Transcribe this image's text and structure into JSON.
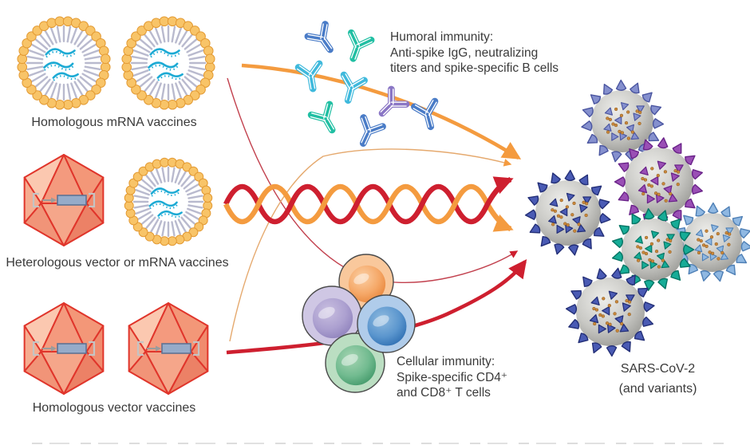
{
  "vaccines": {
    "homologous_mrna": {
      "label": "Homologous mRNA vaccines",
      "icon": "lipid-nanoparticle-icon"
    },
    "heterologous": {
      "label": "Heterologous vector or mRNA vaccines",
      "icon": "viral-vector-and-lipid-nanoparticle-icon"
    },
    "homologous_vector": {
      "label": "Homologous vector vaccines",
      "icon": "viral-vector-icon"
    }
  },
  "humoral": {
    "line1": "Humoral immunity:",
    "line2": "Anti-spike IgG, neutralizing",
    "line3": "titers and spike-specific B cells"
  },
  "cellular": {
    "line1": "Cellular immunity:",
    "line2": "Spike-specific CD4⁺",
    "line3": "and CD8⁺ T cells"
  },
  "target": {
    "line1": "SARS-CoV-2",
    "line2": "(and variants)"
  },
  "colors": {
    "arrow_orange": "#F49B3F",
    "arrow_orange_thin": "#E5A96E",
    "arrow_red": "#CE1F2F",
    "arrow_red_thin": "#C2414E",
    "helix_orange": "#F49B3F",
    "helix_red": "#CE1F2F",
    "lnp_bead_fill": "#F8C468",
    "lnp_bead_stroke": "#E39A33",
    "lnp_fringe": "#B9BACE",
    "mrna": "#1CAAD4",
    "vector_edge": "#E0352B",
    "cassette_rect": "#96ABC9",
    "cassette_rect_edge": "#5E7394",
    "cassette_bracket": "#C4C4C4",
    "antibody_blue": "#4A7CC7",
    "antibody_teal": "#21BFA3",
    "antibody_cyan": "#3FB9DC",
    "antibody_purple": "#8A76C5",
    "cell_orange": {
      "outer": "#F9C89C",
      "light": "#FBCFA4",
      "mid": "#F5A868",
      "dark": "#E8863C"
    },
    "cell_lavender": {
      "outer": "#CFC7E4",
      "light": "#C9BFE0",
      "mid": "#ACA0D0",
      "dark": "#8F82BC"
    },
    "cell_blue": {
      "outer": "#B0CCEA",
      "light": "#8FBADF",
      "mid": "#5B96CE",
      "dark": "#2F6FB2"
    },
    "cell_green": {
      "outer": "#BBDEC2",
      "light": "#A5D4B2",
      "mid": "#72BB90",
      "dark": "#43996A"
    },
    "virus_body_light": "#EDEDEA",
    "virus_body_mid": "#C9C9C5",
    "virus_body_dark": "#93938F",
    "virus_dot": "#C9873B",
    "variant_periwinkle": {
      "fill": "#8590CE",
      "dark": "#4A55A0"
    },
    "variant_purple": {
      "fill": "#9A4FB5",
      "dark": "#6A2389"
    },
    "variant_lightblue": {
      "fill": "#8FB8E2",
      "dark": "#4E7FB5"
    },
    "variant_teal": {
      "fill": "#16AC97",
      "dark": "#047463"
    },
    "variant_darkblue": {
      "fill": "#4A5BB4",
      "dark": "#232F77"
    }
  }
}
